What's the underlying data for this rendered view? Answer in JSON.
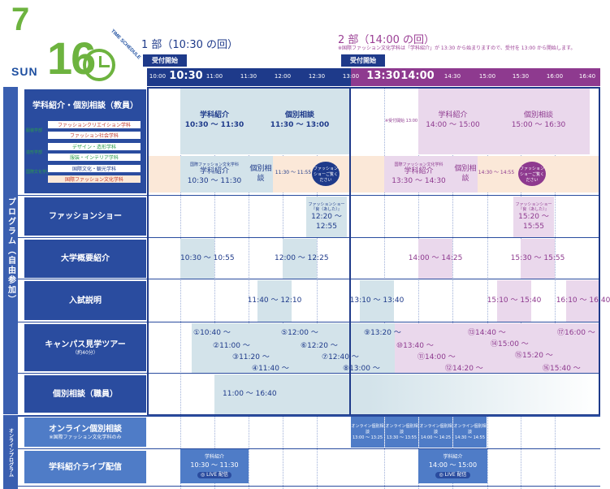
{
  "header": {
    "month": "7",
    "day": "16",
    "weekday": "SUN",
    "schedule_label": "TIME SCHEDULE",
    "part1": "1 部（10:30 の回）",
    "part2": "2 部（14:00 の回）",
    "part2_note": "※国際ファッション文化学科は「学科紹介」が 13:30 から始まりますので、受付を 13:00 から開始します。",
    "reception": "受付開始"
  },
  "timeline": [
    "10:00",
    "10:30",
    "11:00",
    "11:30",
    "12:00",
    "12:30",
    "13:00",
    "13:30",
    "14:00",
    "14:30",
    "15:00",
    "15:30",
    "16:00",
    "16:40"
  ],
  "side": {
    "program": "プログラム（自由参加）",
    "online": "オンラインプログラム"
  },
  "rows": {
    "dept": "学科紹介・個別相談（教員）",
    "show": "ファッションショー",
    "overview": "大学概要紹介",
    "exam": "入試説明",
    "tour": "キャンパス見学ツアー",
    "tour_note": "（約40分）",
    "consult": "個別相談（職員）",
    "online": "オンライン個別相談",
    "online_note": "※国際ファッション文化学科のみ",
    "live": "学科紹介ライブ配信"
  },
  "programs": {
    "tags": [
      "服装学部",
      "造形学部",
      "国際文化学部"
    ],
    "items": [
      "ファッションクリエイション学科",
      "ファッション社会学科",
      "デザイン・造形学科",
      "服装・インテリア学科",
      "国際文化・観光学科",
      "国際ファッション文化学科"
    ]
  },
  "cells": {
    "intro1": "学科紹介",
    "intro1_time": "10:30 ～ 11:30",
    "cons1": "個別相談",
    "cons1_time": "11:30 ～ 13:00",
    "recep2": "※受付開始 13:00",
    "intro2": "学科紹介",
    "intro2_time": "14:00 ～ 15:00",
    "cons2": "個別相談",
    "cons2_time": "15:00 ～ 16:30",
    "intl_tag": "国際ファッション文化学科",
    "intl_intro1": "学科紹介",
    "intl_intro1_time": "10:30 ～ 11:30",
    "intl_cons": "個別相談",
    "intl_cons1_time": "11:30 ～ 11:55",
    "bubble": "ファッションショーご覧ください",
    "intl_intro2": "学科紹介",
    "intl_intro2_time": "13:30 ～ 14:30",
    "intl_cons2_time": "14:30 ～ 14:55",
    "show_label": "ファッションショー『良（あした）』",
    "show1": "12:20 ～ 12:55",
    "show2": "15:20 ～ 15:55",
    "ov1": "10:30 ～ 10:55",
    "ov2": "12:00 ～ 12:25",
    "ov3": "14:00 ～ 14:25",
    "ov4": "15:30 ～ 15:55",
    "ex1": "11:40 ～ 12:10",
    "ex2": "13:10 ～ 13:40",
    "ex3": "15:10 ～ 15:40",
    "ex4": "16:10 ～ 16:40",
    "staff": "11:00 ～ 16:40"
  },
  "tours": [
    "①10:40 ～",
    "②11:00 ～",
    "③11:20 ～",
    "④11:40 ～",
    "⑤12:00 ～",
    "⑥12:20 ～",
    "⑦12:40 ～",
    "⑧13:00 ～",
    "⑨13:20 ～",
    "⑩13:40 ～",
    "⑪14:00 ～",
    "⑫14:20 ～",
    "⑬14:40 ～",
    "⑭15:00 ～",
    "⑮15:20 ～",
    "⑯15:40 ～",
    "⑰16:00 ～"
  ],
  "online": [
    {
      "label": "オンライン個別相談",
      "time": "13:00 ～ 13:25"
    },
    {
      "label": "オンライン個別相談",
      "time": "13:30 ～ 13:55"
    },
    {
      "label": "オンライン個別相談",
      "time": "14:00 ～ 14:25"
    },
    {
      "label": "オンライン個別相談",
      "time": "14:30 ～ 14:55"
    }
  ],
  "live": [
    {
      "label": "学科紹介",
      "time": "10:30 ～ 11:30",
      "btn": "◎ LIVE 配信"
    },
    {
      "label": "学科紹介",
      "time": "14:00 ～ 15:00",
      "btn": "◎ LIVE 配信"
    }
  ]
}
